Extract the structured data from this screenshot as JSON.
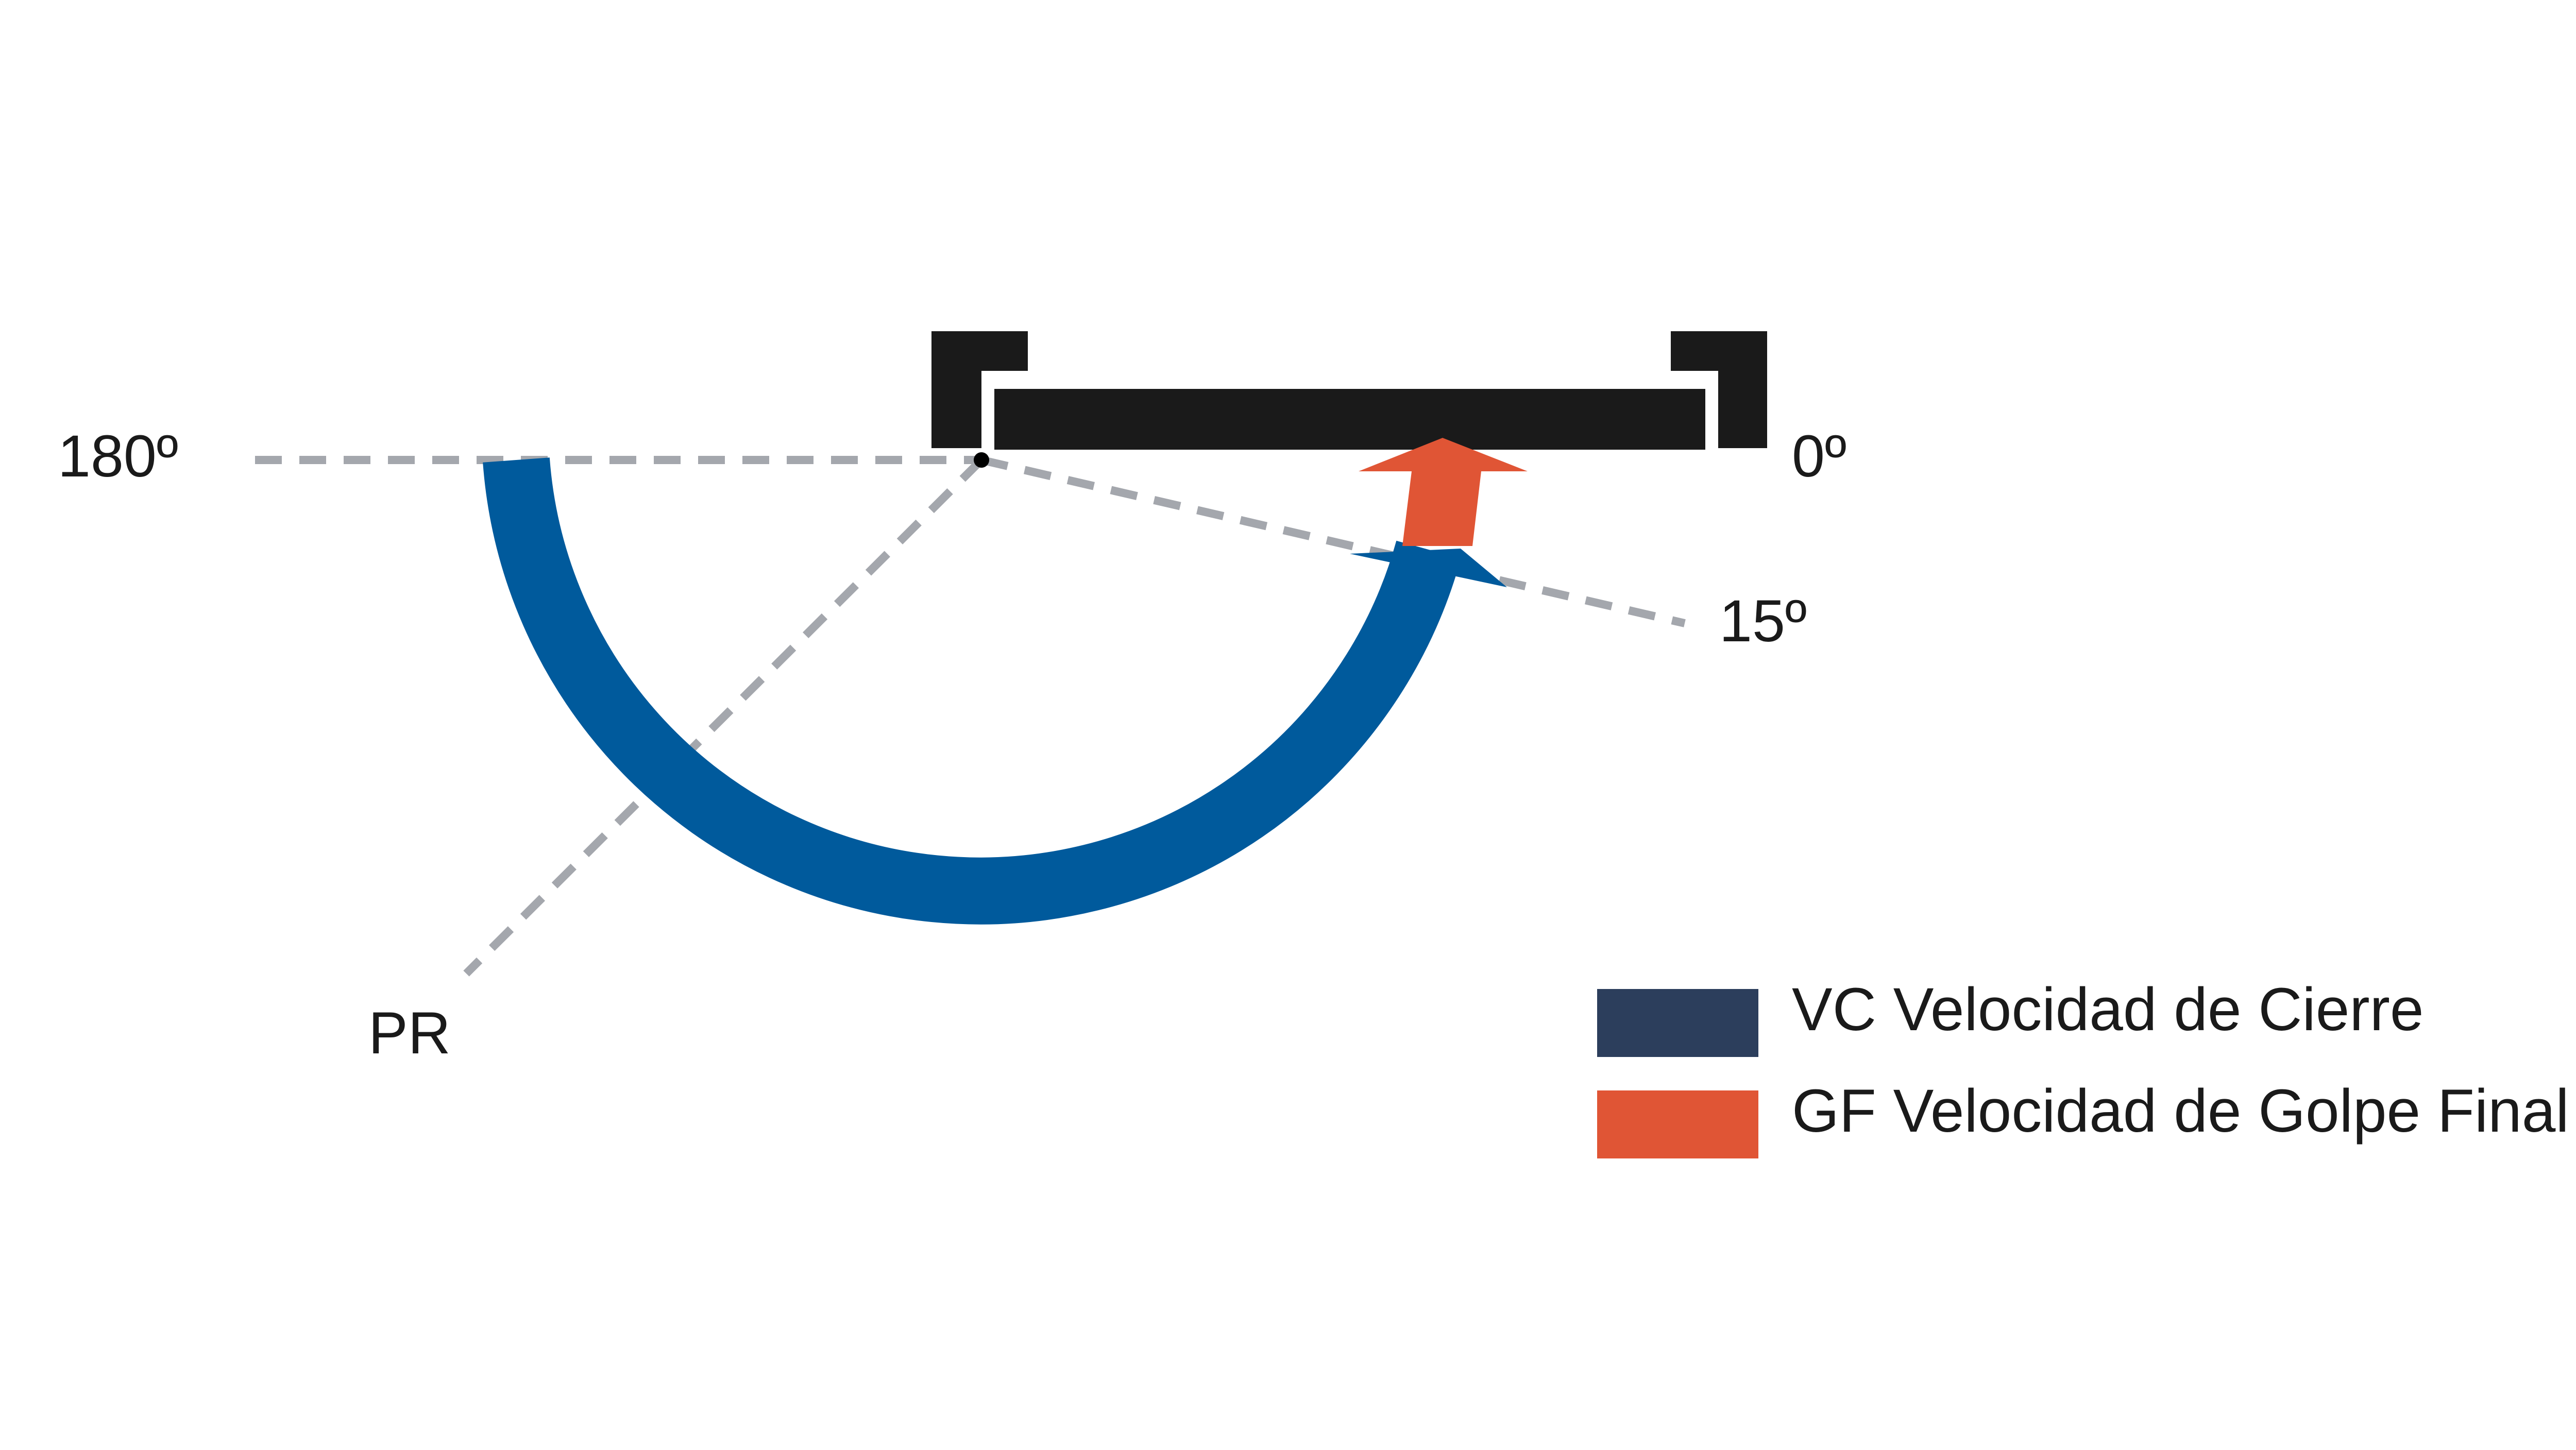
{
  "labels": {
    "angle_180": "180º",
    "angle_0": "0º",
    "angle_15": "15º",
    "pr": "PR"
  },
  "legend": [
    {
      "color": "#2c3e5c",
      "label": "VC Velocidad de Cierre"
    },
    {
      "color": "#e05535",
      "label": "GF Velocidad de Golpe Final"
    }
  ],
  "colors": {
    "closing_arc": "#005a9c",
    "latching_arrow": "#e05535",
    "door_frame": "#1a1a1a",
    "reference_lines": "#a4a7ad"
  }
}
